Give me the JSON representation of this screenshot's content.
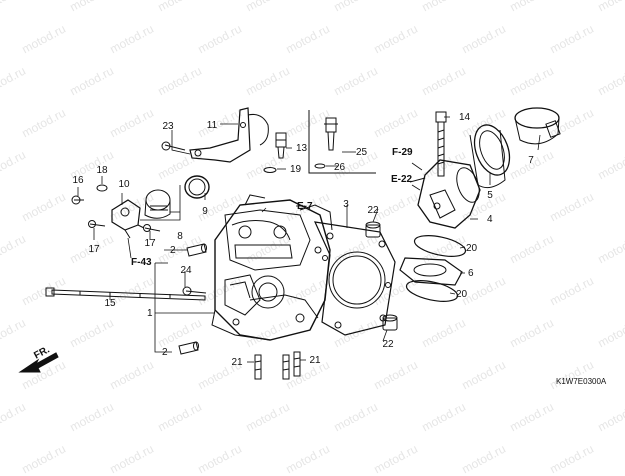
{
  "watermark": "motod.ru",
  "diagram_code": "K1W7E0300A",
  "front_label": "FR.",
  "refs": {
    "f29": "F-29",
    "e22": "E-22",
    "e7": "E-7",
    "f43": "F-43"
  },
  "parts": {
    "p1": "1",
    "p2a": "2",
    "p2b": "2",
    "p3": "3",
    "p4": "4",
    "p5": "5",
    "p6": "6",
    "p7": "7",
    "p8": "8",
    "p9": "9",
    "p10": "10",
    "p11": "11",
    "p13": "13",
    "p14": "14",
    "p15": "15",
    "p16": "16",
    "p17a": "17",
    "p17b": "17",
    "p18": "18",
    "p19": "19",
    "p20a": "20",
    "p20b": "20",
    "p21a": "21",
    "p21b": "21",
    "p22a": "22",
    "p22b": "22",
    "p23": "23",
    "p24": "24",
    "p25": "25",
    "p26": "26"
  }
}
